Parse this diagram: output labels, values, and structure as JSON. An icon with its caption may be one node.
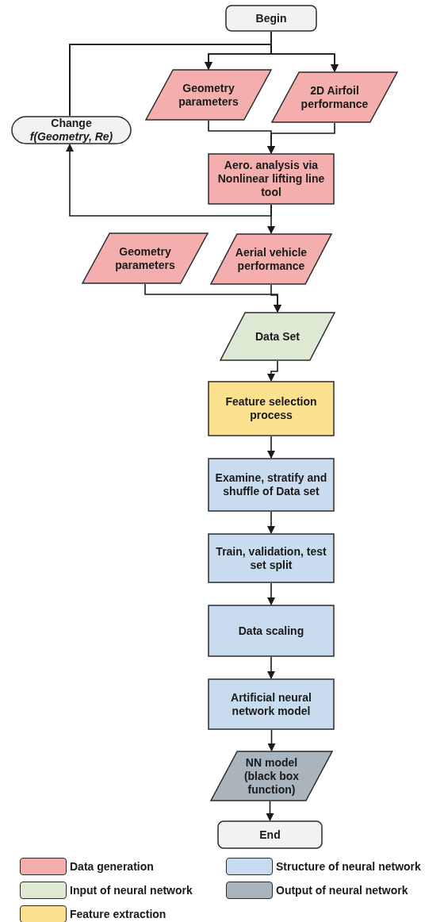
{
  "diagram": {
    "nodes": [
      {
        "text": [
          "Begin"
        ]
      },
      {
        "text": [
          "Geometry parameters"
        ]
      },
      {
        "text": [
          "2D Airfoil performance"
        ]
      },
      {
        "text": [
          "Change",
          "f(Geometry, Re)"
        ]
      },
      {
        "text": [
          "Aero. analysis via Nonlinear lifting line tool"
        ]
      },
      {
        "text": [
          "Geometry parameters"
        ]
      },
      {
        "text": [
          "Aerial vehicle performance"
        ]
      },
      {
        "text": [
          "Data Set"
        ]
      },
      {
        "text": [
          "Feature selection process"
        ]
      },
      {
        "text": [
          "Examine, stratify and shuffle of Data set"
        ]
      },
      {
        "text": [
          "Train, validation, test set split"
        ]
      },
      {
        "text": [
          "Data scaling"
        ]
      },
      {
        "text": [
          "Artificial neural network model"
        ]
      },
      {
        "text": [
          "NN model (black box function)"
        ]
      },
      {
        "text": [
          "End"
        ]
      }
    ],
    "edges": [
      {
        "from": 0,
        "to": 1,
        "arrow": "to"
      },
      {
        "from": 0,
        "to": 2,
        "arrow": "to"
      },
      {
        "from": 3,
        "to": 1,
        "arrow": "to"
      },
      {
        "from": 3,
        "to": 2,
        "arrow": "to"
      },
      {
        "from": 1,
        "to": 4,
        "arrow": "to"
      },
      {
        "from": 2,
        "to": 4,
        "arrow": "to"
      },
      {
        "from": 4,
        "to": 3,
        "arrow": "to"
      },
      {
        "from": 4,
        "to": 6,
        "arrow": "to"
      },
      {
        "from": 5,
        "to": 7,
        "arrow": "to"
      },
      {
        "from": 6,
        "to": 7,
        "arrow": "to"
      },
      {
        "from": 7,
        "to": 8,
        "arrow": "to"
      },
      {
        "from": 8,
        "to": 9,
        "arrow": "to"
      },
      {
        "from": 9,
        "to": 10,
        "arrow": "to"
      },
      {
        "from": 10,
        "to": 11,
        "arrow": "to"
      },
      {
        "from": 11,
        "to": 12,
        "arrow": "to"
      },
      {
        "from": 12,
        "to": 13,
        "arrow": "to"
      },
      {
        "from": 13,
        "to": 14,
        "arrow": "to"
      }
    ],
    "legend": [
      {
        "text": "Data generation",
        "color": "#f4aeae"
      },
      {
        "text": "Structure of neural network",
        "color": "#c9dcef"
      },
      {
        "text": "Input of neural network",
        "color": "#dde9d3"
      },
      {
        "text": "Output of neural network",
        "color": "#a9b4bd"
      },
      {
        "text": "Feature extraction",
        "color": "#fbe08f"
      }
    ]
  }
}
